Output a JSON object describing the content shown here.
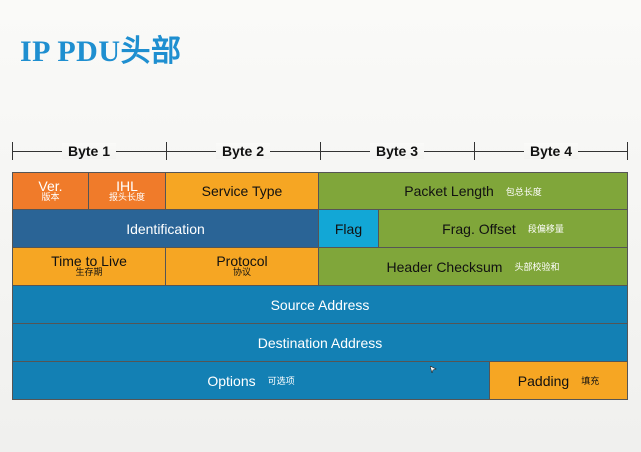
{
  "title": "IP PDU头部",
  "bytes": [
    "Byte 1",
    "Byte 2",
    "Byte 3",
    "Byte 4"
  ],
  "fields": {
    "ver": {
      "label": "Ver.",
      "cn": "版本",
      "color": "#f07b2a"
    },
    "ihl": {
      "label": "IHL",
      "cn": "报头长度",
      "color": "#f07b2a"
    },
    "service_type": {
      "label": "Service Type",
      "color": "#f6a623"
    },
    "packet_length": {
      "label": "Packet Length",
      "cn": "包总长度",
      "color": "#80a63a"
    },
    "identification": {
      "label": "Identification",
      "color": "#2a6496"
    },
    "flag": {
      "label": "Flag",
      "color": "#12a7d6"
    },
    "frag_offset": {
      "label": "Frag. Offset",
      "cn": "段偏移量",
      "color": "#80a63a"
    },
    "ttl": {
      "label": "Time to Live",
      "cn": "生存期",
      "color": "#f6a623"
    },
    "protocol": {
      "label": "Protocol",
      "cn": "协议",
      "color": "#f6a623"
    },
    "header_checksum": {
      "label": "Header Checksum",
      "cn": "头部校验和",
      "color": "#80a63a"
    },
    "source_address": {
      "label": "Source Address",
      "color": "#1380b4"
    },
    "destination_address": {
      "label": "Destination Address",
      "color": "#1380b4"
    },
    "options": {
      "label": "Options",
      "cn": "可选项",
      "color": "#1380b4"
    },
    "padding": {
      "label": "Padding",
      "cn": "填充",
      "color": "#f6a623"
    }
  }
}
